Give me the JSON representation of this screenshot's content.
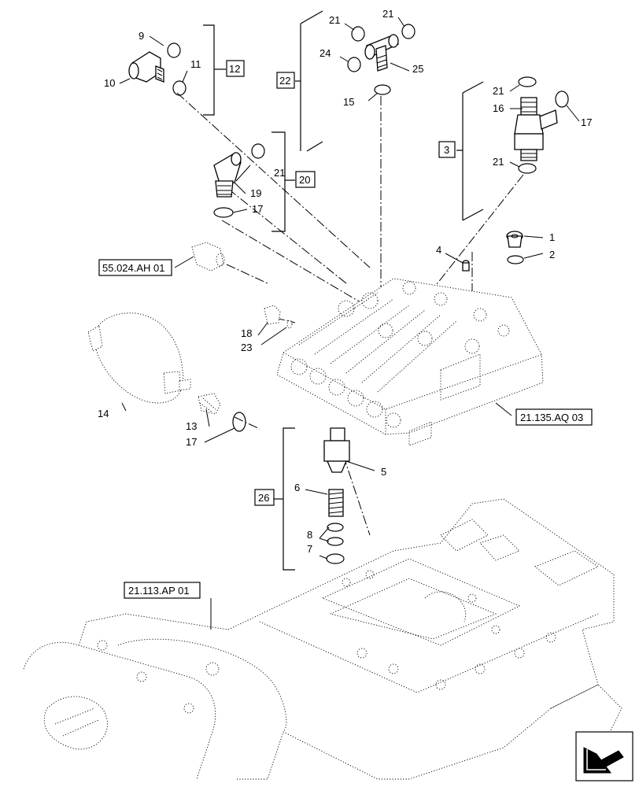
{
  "callouts": {
    "c1": "1",
    "c2": "2",
    "c3": "3",
    "c4": "4",
    "c5": "5",
    "c6": "6",
    "c7": "7",
    "c8": "8",
    "c9": "9",
    "c10": "10",
    "c11": "11",
    "c12": "12",
    "c13": "13",
    "c14": "14",
    "c15": "15",
    "c16": "16",
    "c17a": "17",
    "c17b": "17",
    "c17c": "17",
    "c18": "18",
    "c19": "19",
    "c20": "20",
    "c21a": "21",
    "c21b": "21",
    "c21c": "21",
    "c21d": "21",
    "c21e": "21",
    "c22": "22",
    "c23": "23",
    "c24": "24",
    "c25": "25",
    "c26": "26"
  },
  "references": {
    "r1": "55.024.AH 01",
    "r2": "21.135.AQ 03",
    "r3": "21.113.AP 01"
  },
  "icons": {
    "navigation": "next-page-arrow-icon"
  }
}
